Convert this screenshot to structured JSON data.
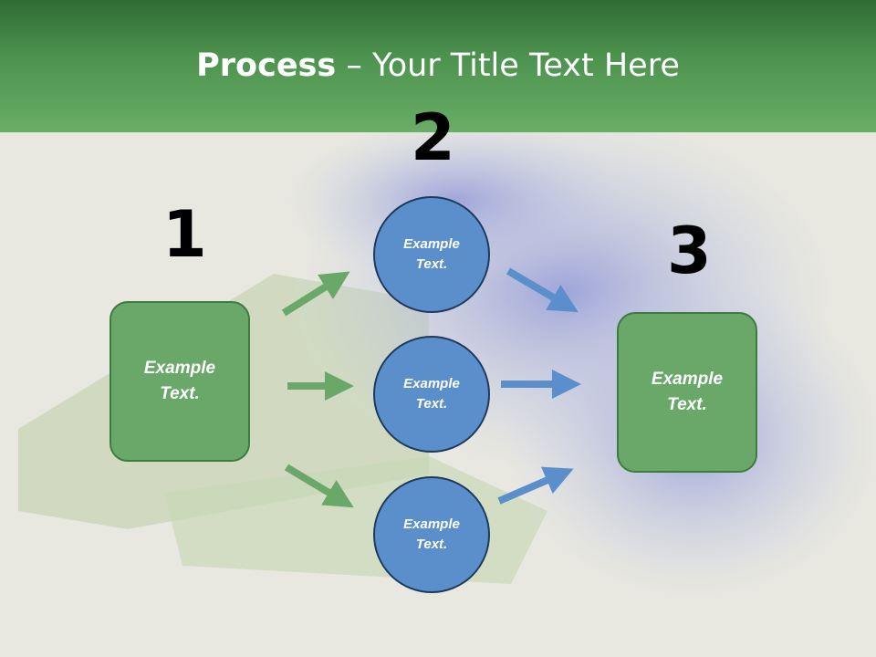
{
  "header": {
    "title_bold": "Process",
    "title_rest": " – Your Title Text Here"
  },
  "steps": {
    "one": "1",
    "two": "2",
    "three": "3"
  },
  "nodes": {
    "left_box": {
      "line1": "Example",
      "line2": "Text."
    },
    "circle_top": {
      "line1": "Example",
      "line2": "Text."
    },
    "circle_mid": {
      "line1": "Example",
      "line2": "Text."
    },
    "circle_bottom": {
      "line1": "Example",
      "line2": "Text."
    },
    "right_box": {
      "line1": "Example",
      "line2": "Text."
    }
  },
  "colors": {
    "header_green": "#4e9450",
    "box_green": "#6aa86a",
    "circle_blue": "#5b8fcb",
    "arrow_green": "#6aa86a",
    "arrow_blue": "#5b8fcb"
  }
}
